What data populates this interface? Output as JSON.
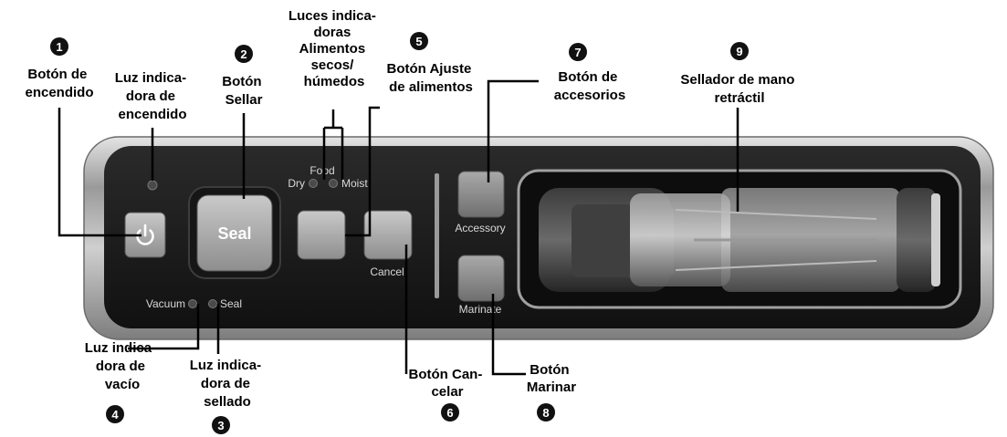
{
  "panel": {
    "seal_button_label": "Seal",
    "food_label": "Food",
    "dry_label": "Dry",
    "moist_label": "Moist",
    "cancel_label": "Cancel",
    "accessory_label": "Accessory",
    "marinate_label": "Marinate",
    "vacuum_label": "Vacuum",
    "seal_light_label": "Seal"
  },
  "callouts": [
    {
      "number": "1",
      "lines": [
        "Botón de",
        "encendido"
      ]
    },
    {
      "number": "",
      "lines": [
        "Luz indica-",
        "dora de",
        "encendido"
      ]
    },
    {
      "number": "2",
      "lines": [
        "Botón",
        "Sellar"
      ]
    },
    {
      "number": "",
      "lines": [
        "Luces indica-",
        "doras",
        "Alimentos",
        "secos/",
        "húmedos"
      ]
    },
    {
      "number": "5",
      "lines": [
        "Botón Ajuste",
        "de alimentos"
      ]
    },
    {
      "number": "7",
      "lines": [
        "Botón de",
        "accesorios"
      ]
    },
    {
      "number": "9",
      "lines": [
        "Sellador de mano",
        "retráctil"
      ]
    },
    {
      "number": "4",
      "lines": [
        "Luz indica-",
        "dora de",
        "vacío"
      ]
    },
    {
      "number": "3",
      "lines": [
        "Luz indica-",
        "dora de",
        "sellado"
      ]
    },
    {
      "number": "6",
      "lines": [
        "Botón Can-",
        "celar"
      ]
    },
    {
      "number": "8",
      "lines": [
        "Botón",
        "Marinar"
      ]
    }
  ]
}
